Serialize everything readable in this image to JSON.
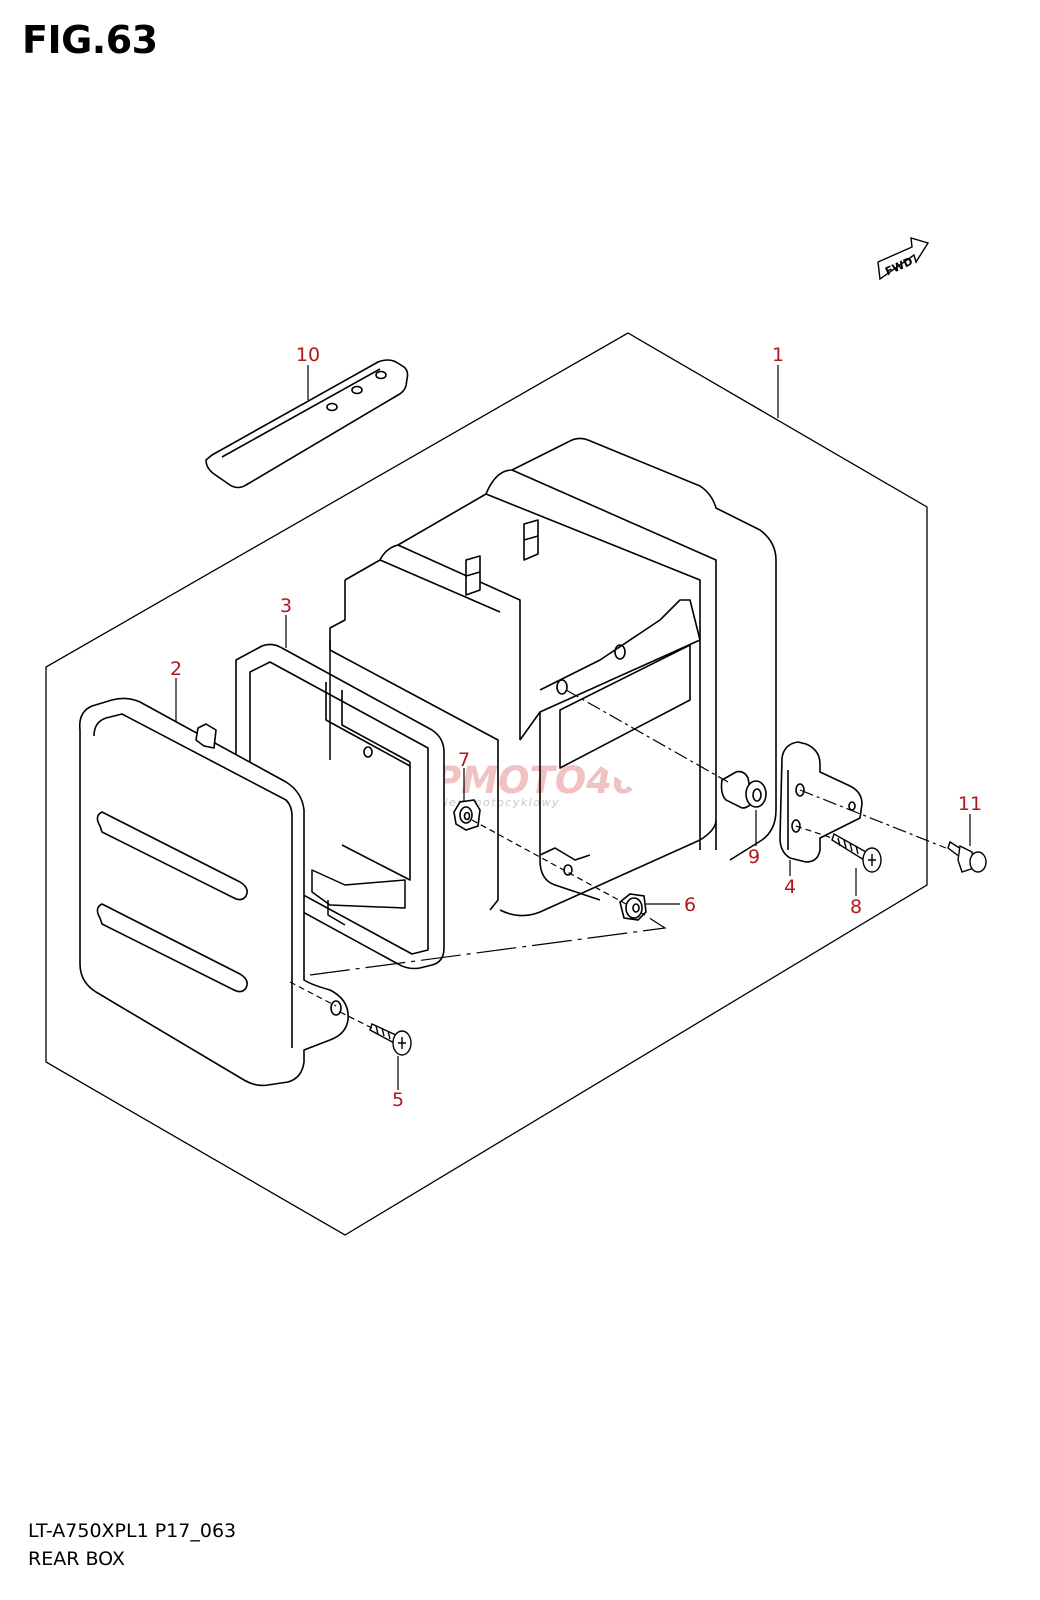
{
  "figure": {
    "title": "FIG.63"
  },
  "footer": {
    "model_code": "LT-A750XPL1 P17_063",
    "group_name": "REAR BOX"
  },
  "fwd_badge": {
    "label": "FWD"
  },
  "watermark": {
    "brand": "SKLEPMOTO46.PL",
    "tagline": "internetowy sklep motocyklowy"
  },
  "callouts": [
    "1",
    "2",
    "3",
    "4",
    "5",
    "6",
    "7",
    "8",
    "9",
    "10",
    "11"
  ],
  "colors": {
    "callout": "#b0191c",
    "line": "#000000",
    "watermark": "#f0c2c2"
  }
}
